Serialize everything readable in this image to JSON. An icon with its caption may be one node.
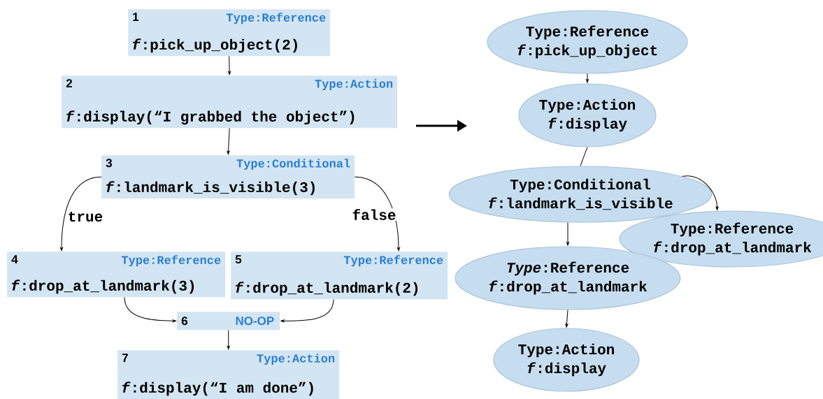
{
  "diagram": {
    "nodes": [
      {
        "text": [
          "1",
          "Type:Reference",
          "*f*:pick_up_object(2)"
        ]
      },
      {
        "text": [
          "2",
          "Type:Action",
          "*f*:display(“I grabbed the object”)"
        ]
      },
      {
        "text": [
          "3",
          "Type:Conditional",
          "*f*:landmark_is_visible(3)"
        ]
      },
      {
        "text": [
          "4",
          "Type:Reference",
          "*f*:drop_at_landmark(3)"
        ]
      },
      {
        "text": [
          "5",
          "Type:Reference",
          "*f*:drop_at_landmark(2)"
        ]
      },
      {
        "text": [
          "6",
          "NO-OP"
        ]
      },
      {
        "text": [
          "7",
          "Type:Action",
          "*f*:display(“I am done”)"
        ]
      },
      {
        "text": [
          "Type:Reference",
          "*f*:pick_up_object"
        ]
      },
      {
        "text": [
          "Type:Action",
          "*f*:display"
        ]
      },
      {
        "text": [
          "Type:Conditional",
          "*f*:landmark_is_visible"
        ]
      },
      {
        "text": [
          "Type:Reference",
          "*f*:drop_at_landmark"
        ]
      },
      {
        "text": [
          "*Type*:Reference",
          "*f*:drop_at_landmark"
        ]
      },
      {
        "text": [
          "Type:Action",
          "*f*:display"
        ]
      }
    ],
    "edges": [
      {
        "from": 0,
        "to": 1,
        "arrow": "to"
      },
      {
        "from": 1,
        "to": 2,
        "arrow": "to"
      },
      {
        "from": 2,
        "to": 3,
        "arrow": "to",
        "label": "true"
      },
      {
        "from": 2,
        "to": 4,
        "arrow": "to",
        "label": "false"
      },
      {
        "from": 3,
        "to": 5,
        "arrow": "to"
      },
      {
        "from": 4,
        "to": 5,
        "arrow": "to"
      },
      {
        "from": 5,
        "to": 6,
        "arrow": "to"
      },
      {
        "from": 7,
        "to": 8,
        "arrow": "to"
      },
      {
        "from": 8,
        "to": 9,
        "arrow": "none"
      },
      {
        "from": 9,
        "to": 10,
        "arrow": "to"
      },
      {
        "from": 9,
        "to": 11,
        "arrow": "to"
      },
      {
        "from": 11,
        "to": 12,
        "arrow": "to"
      }
    ]
  }
}
